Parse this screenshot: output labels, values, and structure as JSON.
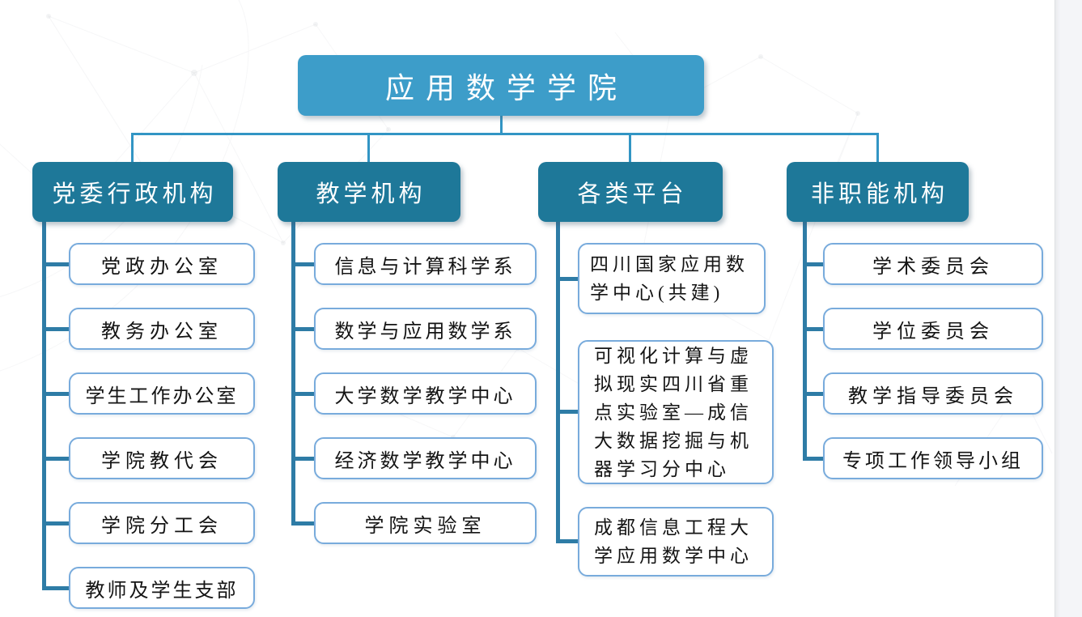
{
  "chart": {
    "type": "org-chart",
    "title": "应用数学学院",
    "branches": [
      {
        "label": "党委行政机构",
        "children": [
          "党政办公室",
          "教务办公室",
          "学生工作办公室",
          "学院教代会",
          "学院分工会",
          "教师及学生支部"
        ]
      },
      {
        "label": "教学机构",
        "children": [
          "信息与计算科学系",
          "数学与应用数学系",
          "大学数学教学中心",
          "经济数学教学中心",
          "学院实验室"
        ]
      },
      {
        "label": "各类平台",
        "children": [
          "四川国家应用数学中心(共建)",
          "可视化计算与虚拟现实四川省重点实验室—成信大数据挖掘与机器学习分中心",
          "成都信息工程大学应用数学中心"
        ]
      },
      {
        "label": "非职能机构",
        "children": [
          "学术委员会",
          "学位委员会",
          "教学指导委员会",
          "专项工作领导小组"
        ]
      }
    ]
  },
  "colors": {
    "root_box_fill": "#3d9dc9",
    "branch_box_fill": "#1e7899",
    "connector_top_level": "#3295c4",
    "connector_trunk": "#2e7ca6",
    "leaf_border": "#78abdc",
    "leaf_text": "#141414",
    "box_text": "#ffffff",
    "page_background": "#ffffff",
    "edge_strip": "#f4f5f8"
  }
}
